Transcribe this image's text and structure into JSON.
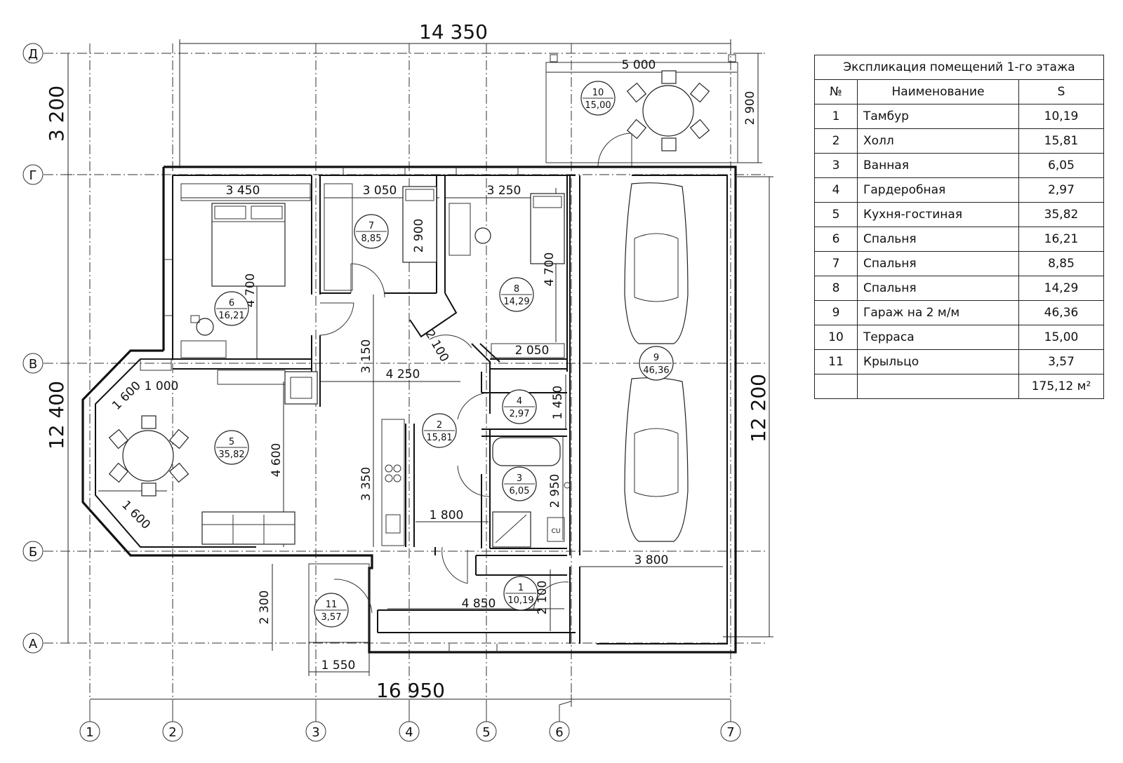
{
  "axes": {
    "vertical": [
      "1",
      "2",
      "3",
      "4",
      "5",
      "6",
      "7"
    ],
    "horizontal": [
      "Д",
      "Г",
      "В",
      "Б",
      "А"
    ]
  },
  "dimensions": {
    "top_total": "14 350",
    "bottom_total": "16 950",
    "left_upper": "3 200",
    "left_lower": "12 400",
    "right_garage": "12 200",
    "terrace_width": "5 000",
    "terrace_depth": "2 900",
    "room6_width": "3 450",
    "room7_width": "3 050",
    "room8_width": "3 250",
    "room7_depth": "2 900",
    "room6_depth": "4 700",
    "room8_depth": "4 700",
    "corridor_diag": "2 100",
    "wardrobe_width": "2 050",
    "hall_depth": "3 150",
    "hall_width": "4 250",
    "bay_wall_upper": "1 600",
    "bay_offset": "1 000",
    "bay_wall_lower": "1 600",
    "kitchen_depth": "4 600",
    "kitchen_run": "3 350",
    "wardrobe_depth": "1 450",
    "bath_depth": "2 950",
    "hall_lower_width": "1 800",
    "garage_door": "3 800",
    "vestibule_width": "4 850",
    "vestibule_depth": "2 100",
    "porch_depth": "2 300",
    "porch_width": "1 550"
  },
  "room_tags": [
    {
      "num": "1",
      "area": "10,19"
    },
    {
      "num": "2",
      "area": "15,81"
    },
    {
      "num": "3",
      "area": "6,05"
    },
    {
      "num": "4",
      "area": "2,97"
    },
    {
      "num": "5",
      "area": "35,82"
    },
    {
      "num": "6",
      "area": "16,21"
    },
    {
      "num": "7",
      "area": "8,85"
    },
    {
      "num": "8",
      "area": "14,29"
    },
    {
      "num": "9",
      "area": "46,36"
    },
    {
      "num": "10",
      "area": "15,00"
    },
    {
      "num": "11",
      "area": "3,57"
    }
  ],
  "bath_mark": "СU",
  "explication": {
    "caption": "Экспликация помещений  1-го этажа",
    "headers": {
      "num": "№",
      "name": "Наименование",
      "area": "S"
    },
    "rows": [
      {
        "num": "1",
        "name": "Тамбур",
        "area": "10,19"
      },
      {
        "num": "2",
        "name": "Холл",
        "area": "15,81"
      },
      {
        "num": "3",
        "name": "Ванная",
        "area": "6,05"
      },
      {
        "num": "4",
        "name": "Гардеробная",
        "area": "2,97"
      },
      {
        "num": "5",
        "name": "Кухня-гостиная",
        "area": "35,82"
      },
      {
        "num": "6",
        "name": "Спальня",
        "area": "16,21"
      },
      {
        "num": "7",
        "name": "Спальня",
        "area": "8,85"
      },
      {
        "num": "8",
        "name": "Спальня",
        "area": "14,29"
      },
      {
        "num": "9",
        "name": "Гараж на 2 м/м",
        "area": "46,36"
      },
      {
        "num": "10",
        "name": "Терраса",
        "area": "15,00"
      },
      {
        "num": "11",
        "name": "Крыльцо",
        "area": "3,57"
      }
    ],
    "total": "175,12 м²"
  }
}
